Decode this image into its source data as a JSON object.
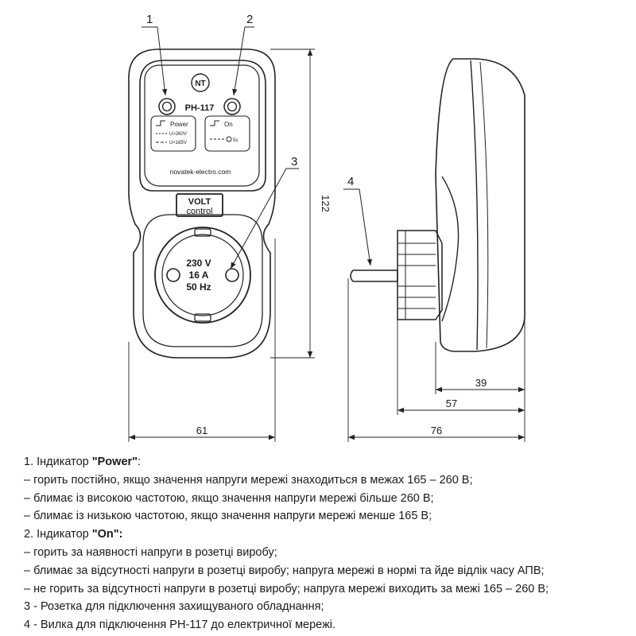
{
  "device": {
    "logo_mark": "NT",
    "model": "РН-117",
    "website": "novatek-electro.com",
    "brand_line1": "VOLT",
    "brand_line2": "control",
    "socket_specs": [
      "230 V",
      "16 A",
      "50 Hz"
    ],
    "power_label": "Power",
    "power_line_high": "U>260V",
    "power_line_low": "U<165V",
    "on_label": "On",
    "on_line_blink": "5s"
  },
  "callouts": {
    "c1": "1",
    "c2": "2",
    "c3": "3",
    "c4": "4"
  },
  "dimensions": {
    "height": "122",
    "width_front": "61",
    "depth_body": "39",
    "depth_plug": "57",
    "depth_total": "76"
  },
  "legend": {
    "l1_prefix": "1. Індикатор ",
    "l1_bold": "\"Power\"",
    "l1_suffix": ":",
    "l2": "– горить постійно, якщо значення напруги мережі знаходиться в межах 165 – 260 В;",
    "l3": "– блимає із високою частотою, якщо значення напруги мережі більше 260 В;",
    "l4": "– блимає із низькою частотою, якщо значення напруги мережі менше 165 В;",
    "l5_prefix": "2. Індикатор ",
    "l5_bold": "\"On\":",
    "l6": "– горить за наявності напруги в розетці виробу;",
    "l7": "– блимає за відсутності напруги в розетці виробу; напруга мережі в нормі та йде відлік часу АПВ;",
    "l8": "– не горить за відсутності напруги в розетці виробу; напруга мережі виходить за межі 165 – 260 В;",
    "l9": "3 - Розетка для підключення захищуваного обладнання;",
    "l10": "4 - Вилка для підключення РН-117 до електричної мережі."
  }
}
